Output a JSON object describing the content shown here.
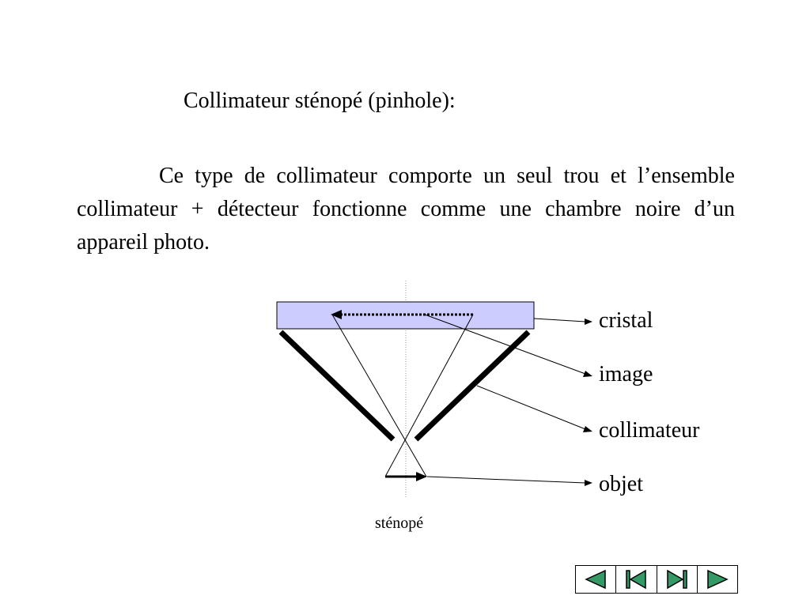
{
  "slide": {
    "title": "Collimateur sténopé (pinhole):",
    "paragraph": "Ce type de collimateur comporte un seul trou et l’ensemble collimateur + détecteur fonctionne comme une chambre noire d’un  appareil photo."
  },
  "diagram": {
    "labels": {
      "cristal": "cristal",
      "image": "image",
      "collimateur": "collimateur",
      "objet": "objet",
      "stenope": "sténopé"
    },
    "colors": {
      "crystal_fill": "#ccccff",
      "stroke": "#000000",
      "axis": "#999999"
    }
  },
  "navigation": {
    "buttons": [
      {
        "name": "previous",
        "icon": "triangle-left-icon"
      },
      {
        "name": "first",
        "icon": "first-slide-icon"
      },
      {
        "name": "last",
        "icon": "last-slide-icon"
      },
      {
        "name": "next",
        "icon": "triangle-right-icon"
      }
    ],
    "colors": {
      "icon_fill": "#339966"
    }
  }
}
